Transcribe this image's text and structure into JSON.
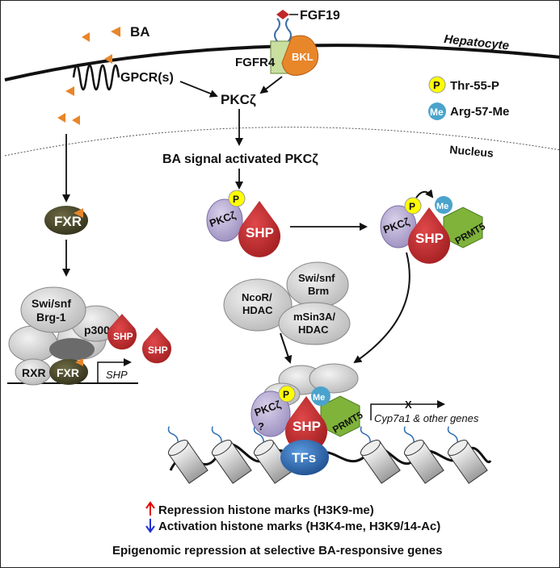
{
  "labels": {
    "ba": "BA",
    "fgf19": "FGF19",
    "fgfr4": "FGFR4",
    "bkl": "BKL",
    "gpcr": "GPCR(s)",
    "hepatocyte": "Hepatocyte",
    "pkc_top": "PKCζ",
    "nucleus": "Nucleus",
    "ba_signal": "BA signal activated PKCζ",
    "fxr": "FXR",
    "swisnf_brg1_line1": "Swi/snf",
    "swisnf_brg1_line2": "Brg-1",
    "p300": "p300",
    "rxr": "RXR",
    "fxr_dna": "FXR",
    "shp_gene": "SHP",
    "shp": "SHP",
    "p": "P",
    "me": "Me",
    "pkc_blob": "PKCζ",
    "prmt5": "PRMT5",
    "ncor_line1": "NcoR/",
    "ncor_line2": "HDAC",
    "swisnf_brm_line1": "Swi/snf",
    "swisnf_brm_line2": "Brm",
    "msin3a_line1": "mSin3A/",
    "msin3a_line2": "HDAC",
    "pkc_q_line1": "PKCζ",
    "pkc_q_line2": "?",
    "tfs": "TFs",
    "cyp_gene": "Cyp7a1 & other genes",
    "x_mark": "X"
  },
  "legend": {
    "thr": "Thr-55-P",
    "arg": "Arg-57-Me",
    "repression": "Repression histone marks (H3K9-me)",
    "activation": "Activation histone marks (H3K4-me, H3K9/14-Ac)",
    "caption": "Epigenomic repression at selective BA-responsive genes"
  },
  "colors": {
    "shp": "#c0282a",
    "pkc": "#b3a7d0",
    "prmt5": "#7fb33a",
    "p_circle": "#ffff00",
    "me_circle": "#4aa3cc",
    "fxr": "#4d4a2a",
    "tfs": "#2f6db3",
    "bkl": "#e8862a",
    "ba_arrow": "#e8862a",
    "fgf19": "#c0282a",
    "up_arrow": "#e00000",
    "down_arrow": "#1f2fd0"
  }
}
